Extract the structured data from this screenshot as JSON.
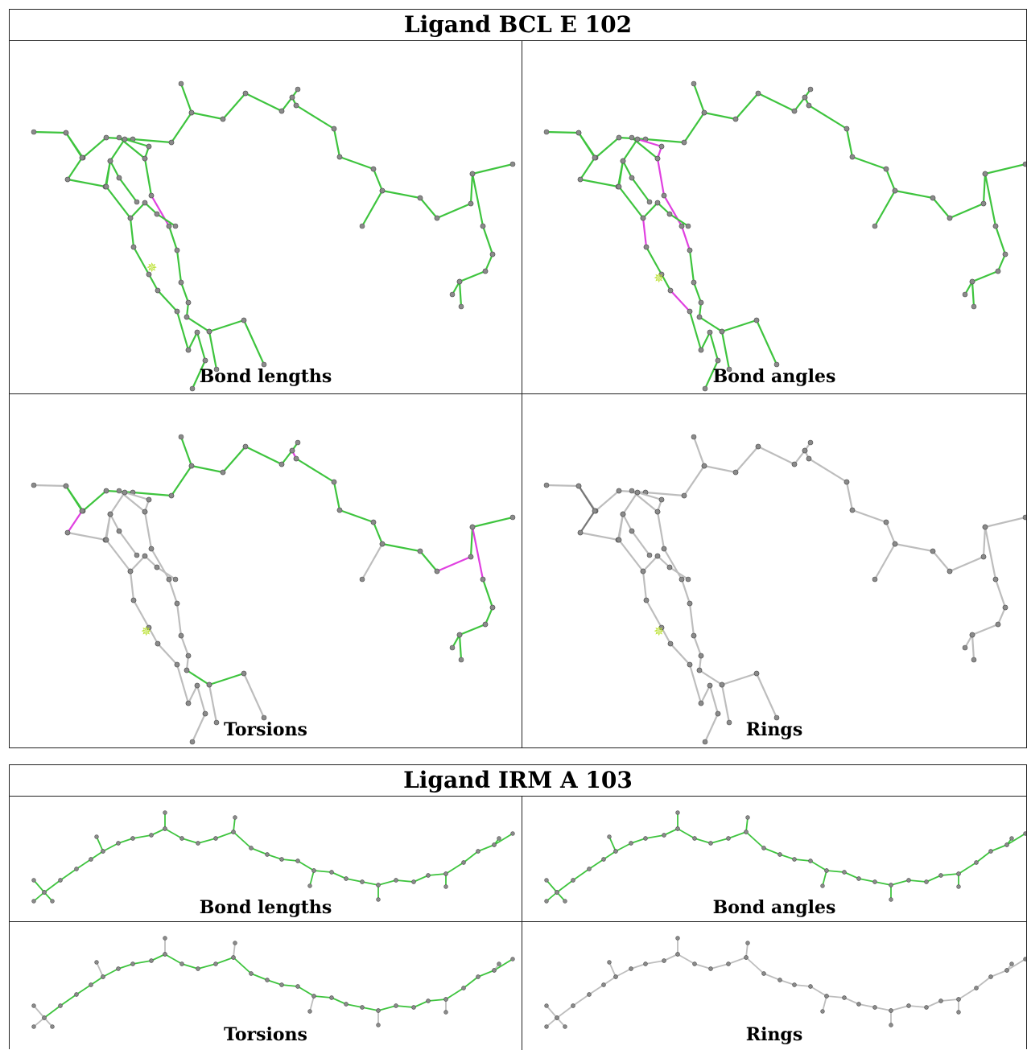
{
  "blocks": [
    {
      "title": "Ligand BCL E 102",
      "panels": [
        "Bond lengths",
        "Bond angles",
        "Torsions",
        "Rings"
      ]
    },
    {
      "title": "Ligand IRM A 103",
      "panels": [
        "Bond lengths",
        "Bond angles",
        "Torsions",
        "Rings"
      ]
    }
  ],
  "colors": {
    "ok": "#3ec43e",
    "outlier": "#e040e0",
    "neutral": "#bdbdbd",
    "atom": "#8a8a8a",
    "chirality": "#b8e02a"
  }
}
